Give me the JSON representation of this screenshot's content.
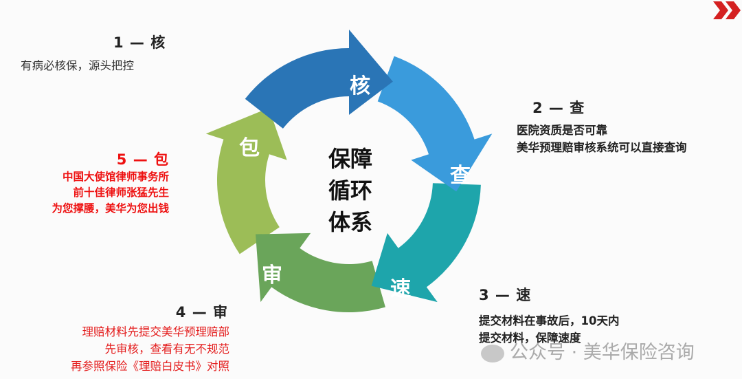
{
  "center_title": [
    "保障",
    "循环",
    "体系"
  ],
  "segments": [
    {
      "label": "核",
      "color": "#2a75b6"
    },
    {
      "label": "查",
      "color": "#3a9bdc"
    },
    {
      "label": "速",
      "color": "#1ea5ab"
    },
    {
      "label": "审",
      "color": "#6aa55a"
    },
    {
      "label": "包",
      "color": "#9cbd57"
    }
  ],
  "steps": {
    "s1": {
      "title": "1 — 核",
      "lines": [
        "有病必核保，源头把控"
      ]
    },
    "s2": {
      "title": "2 — 查",
      "lines": [
        "医院资质是否可靠",
        "美华预理赔审核系统可以直接查询"
      ]
    },
    "s3": {
      "title": "3 — 速",
      "lines": [
        "提交材料在事故后，10天内",
        "提交材料，保障速度"
      ]
    },
    "s4": {
      "title": "4 — 审",
      "lines": [
        "理赔材料先提交美华预理赔部",
        "先审核，查看有无不规范",
        "再参照保险《理赔白皮书》对照"
      ]
    },
    "s5": {
      "title": "5 — 包",
      "lines": [
        "中国大使馆律师事务所",
        "前十佳律师张猛先生",
        "为您撑腰，美华为您出钱"
      ]
    }
  },
  "watermark": "公众号 · 美华保险咨询",
  "accent": "#e41e1e"
}
